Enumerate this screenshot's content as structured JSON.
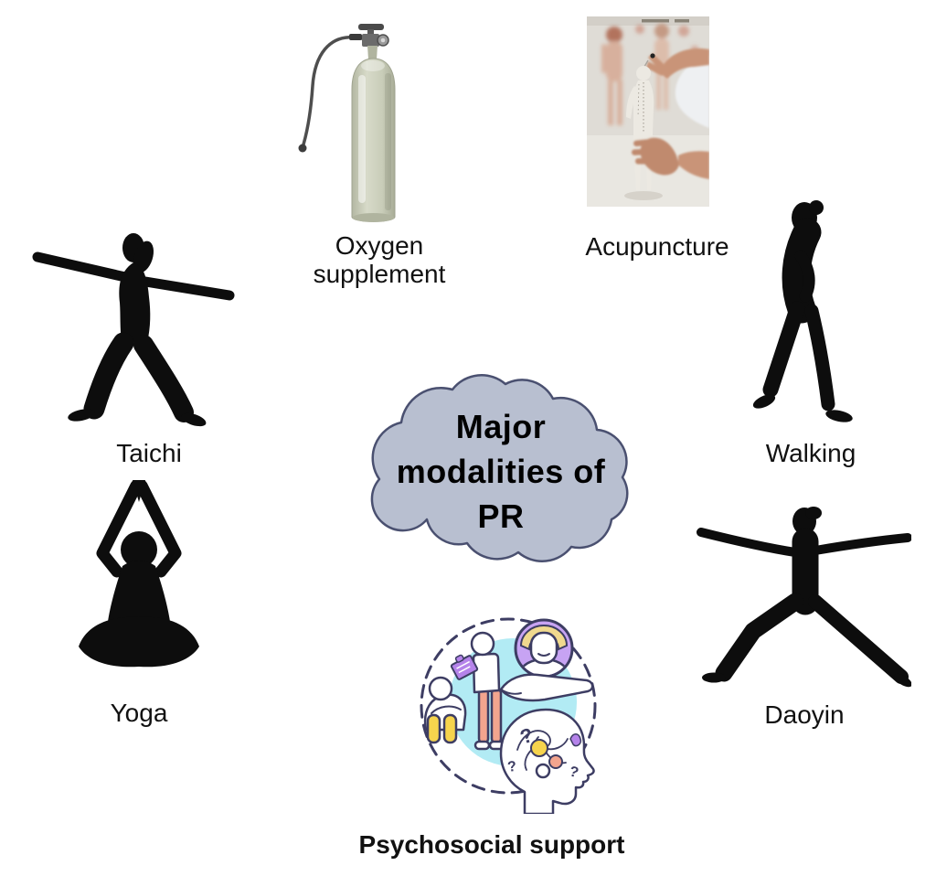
{
  "cloud": {
    "text": "Major modalities of PR",
    "lines": [
      "Major",
      "modalities of",
      "PR"
    ]
  },
  "labels": {
    "oxygen_line1": "Oxygen",
    "oxygen_line2": "supplement",
    "acupuncture": "Acupuncture",
    "taichi": "Taichi",
    "walking": "Walking",
    "yoga": "Yoga",
    "daoyin": "Daoyin",
    "psychosocial": "Psychosocial support"
  },
  "modalities": [
    {
      "id": "oxygen-supplement",
      "label": "Oxygen supplement",
      "icon": "oxygen-tank-icon"
    },
    {
      "id": "acupuncture",
      "label": "Acupuncture",
      "icon": "acupuncture-photo"
    },
    {
      "id": "taichi",
      "label": "Taichi",
      "icon": "taichi-silhouette-icon"
    },
    {
      "id": "walking",
      "label": "Walking",
      "icon": "walking-silhouette-icon"
    },
    {
      "id": "yoga",
      "label": "Yoga",
      "icon": "yoga-silhouette-icon"
    },
    {
      "id": "daoyin",
      "label": "Daoyin",
      "icon": "daoyin-silhouette-icon"
    },
    {
      "id": "psychosocial-support",
      "label": "Psychosocial support",
      "icon": "psychosocial-support-icon"
    }
  ],
  "colors": {
    "silhouette": "#0d0d0d",
    "cloud-fill": "#b8bfd0",
    "cloud-outline": "#4a5070",
    "label-text": "#111111",
    "navy": "#3d3d63",
    "cyan": "#b2ebf4",
    "yellow": "#f6d44d",
    "salmon": "#f3a58e",
    "purple": "#b583ea",
    "purple-light": "#c7a3f3",
    "yellow-hair": "#f0d98e",
    "tank-body": "#c9cdb9",
    "tank-shade": "#b0b49f",
    "metal": "#5a5a5a"
  }
}
